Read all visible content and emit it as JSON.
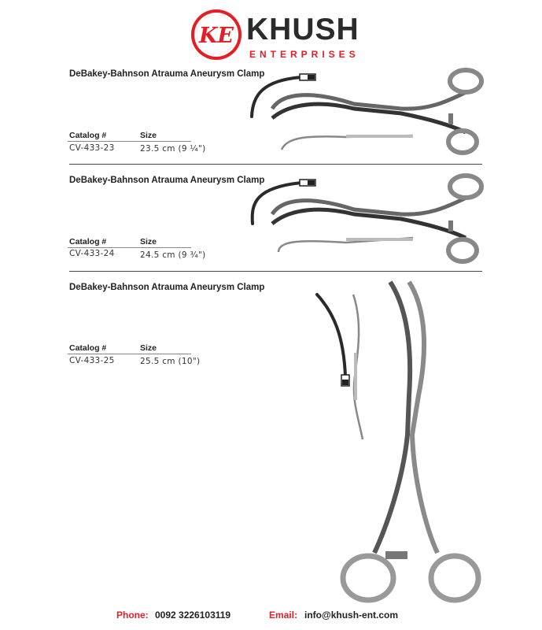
{
  "brand": {
    "monogram": "KE",
    "name": "KHUSH",
    "subtitle": "ENTERPRISES",
    "accent_color": "#e31e24"
  },
  "products": [
    {
      "title": "DeBakey-Bahnson Atrauma Aneurysm Clamp",
      "catalog_header": "Catalog #",
      "size_header": "Size",
      "catalog": "CV-433-23",
      "size": "23.5 cm (9 ¼\")"
    },
    {
      "title": "DeBakey-Bahnson Atrauma Aneurysm Clamp",
      "catalog_header": "Catalog #",
      "size_header": "Size",
      "catalog": "CV-433-24",
      "size": "24.5 cm (9 ¾\")"
    },
    {
      "title": "DeBakey-Bahnson Atrauma Aneurysm Clamp",
      "catalog_header": "Catalog #",
      "size_header": "Size",
      "catalog": "CV-433-25",
      "size": "25.5 cm (10\")"
    }
  ],
  "footer": {
    "phone_label": "Phone:",
    "phone": "0092 3226103119",
    "email_label": "Email:",
    "email": "info@khush-ent.com"
  }
}
